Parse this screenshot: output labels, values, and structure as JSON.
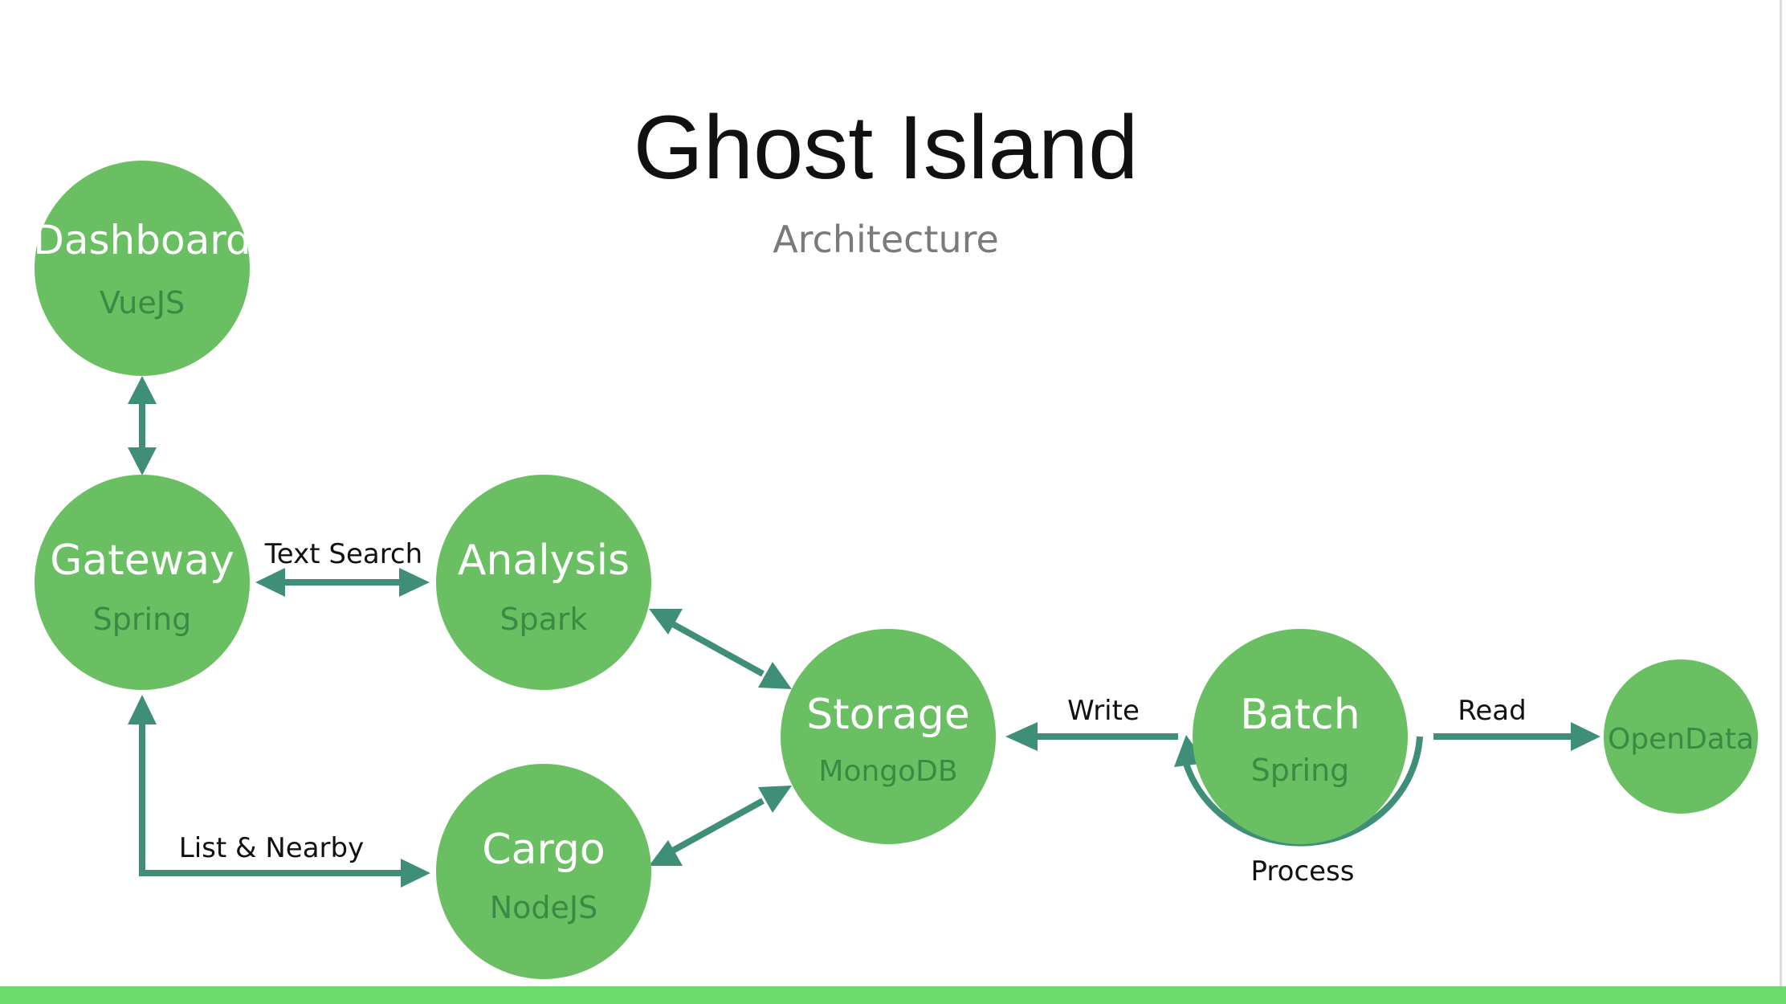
{
  "title": "Ghost Island",
  "subtitle": "Architecture",
  "nodes": {
    "dashboard": {
      "name": "Dashboard",
      "tech": "VueJS"
    },
    "gateway": {
      "name": "Gateway",
      "tech": "Spring"
    },
    "analysis": {
      "name": "Analysis",
      "tech": "Spark"
    },
    "cargo": {
      "name": "Cargo",
      "tech": "NodeJS"
    },
    "storage": {
      "name": "Storage",
      "tech": "MongoDB"
    },
    "batch": {
      "name": "Batch",
      "tech": "Spring"
    },
    "opendata": {
      "name": "OpenData"
    }
  },
  "edges": {
    "text_search": "Text Search",
    "list_nearby": "List & Nearby",
    "write": "Write",
    "read": "Read",
    "process": "Process"
  },
  "colors": {
    "node_fill": "#6abf62",
    "arrow": "#3f8f78",
    "bottom_bar": "#6bdb6b"
  }
}
